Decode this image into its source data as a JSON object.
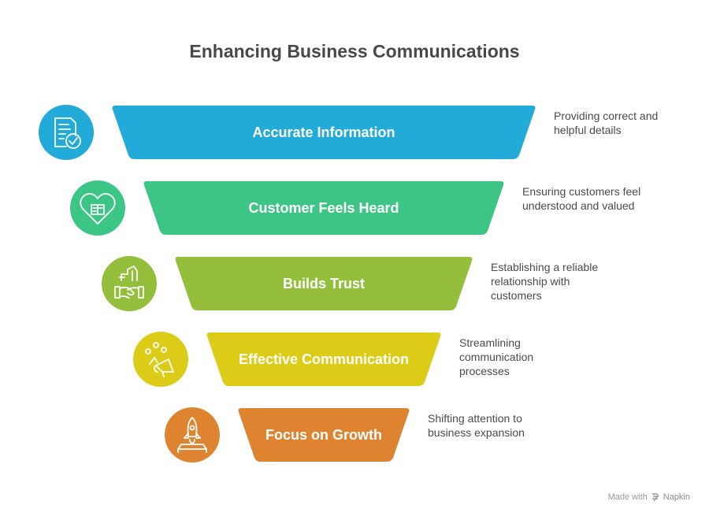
{
  "title": "Enhancing Business Communications",
  "stages": [
    {
      "label": "Accurate Information",
      "description": [
        "Providing correct and",
        "helpful details"
      ],
      "color": "#22aad9",
      "icon": "document-check-icon"
    },
    {
      "label": "Customer Feels Heard",
      "description": [
        "Ensuring customers feel",
        "understood and valued"
      ],
      "color": "#3cc584",
      "icon": "heart-book-icon"
    },
    {
      "label": "Builds Trust",
      "description": [
        "Establishing a reliable",
        "relationship with",
        "customers"
      ],
      "color": "#93bf3c",
      "icon": "handshake-buildings-icon"
    },
    {
      "label": "Effective Communication",
      "description": [
        "Streamlining",
        "communication",
        "processes"
      ],
      "color": "#dccc17",
      "icon": "megaphone-people-icon"
    },
    {
      "label": "Focus on Growth",
      "description": [
        "Shifting attention to",
        "business expansion"
      ],
      "color": "#de8431",
      "icon": "rocket-launch-icon"
    }
  ],
  "footer": {
    "made_with": "Made with",
    "brand": "Napkin"
  }
}
